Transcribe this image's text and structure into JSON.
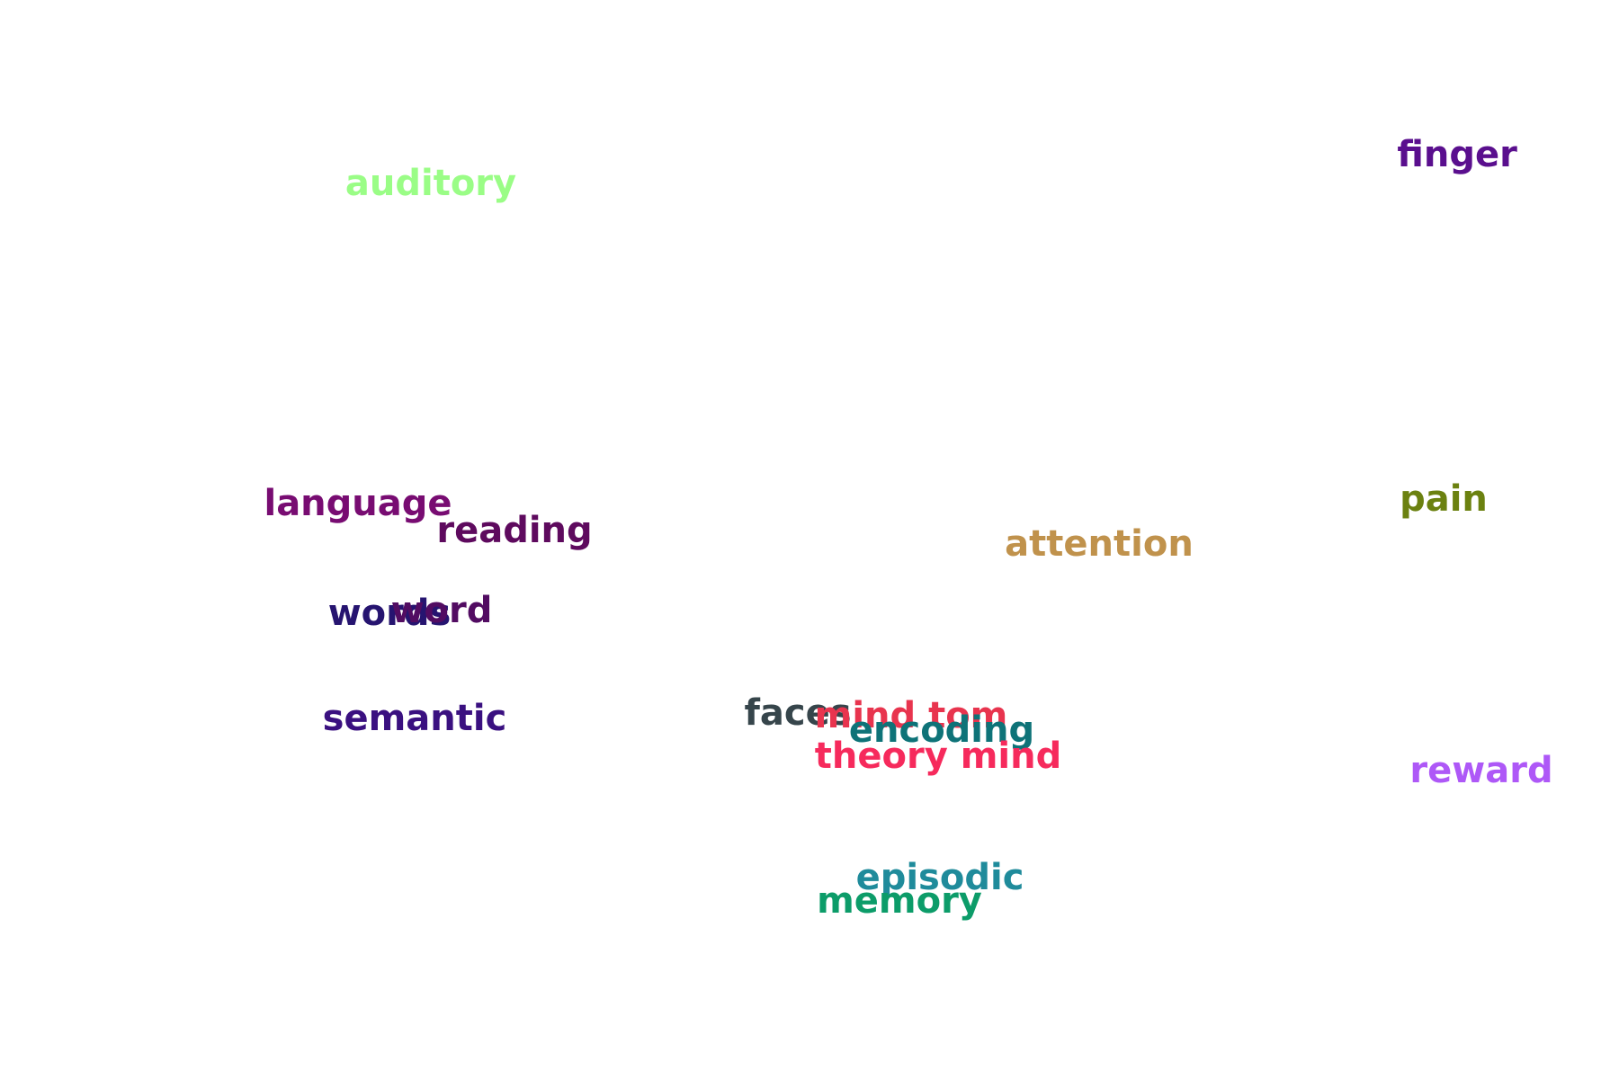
{
  "terms": [
    {
      "id": "auditory",
      "label": "auditory",
      "color": "#9afd86"
    },
    {
      "id": "finger",
      "label": "finger",
      "color": "#5a0f8e"
    },
    {
      "id": "language",
      "label": "language",
      "color": "#780c72"
    },
    {
      "id": "reading",
      "label": "reading",
      "color": "#5e0a5e"
    },
    {
      "id": "pain",
      "label": "pain",
      "color": "#6b8110"
    },
    {
      "id": "attention",
      "label": "attention",
      "color": "#c0924c"
    },
    {
      "id": "words",
      "label": "words",
      "color": "#261470"
    },
    {
      "id": "word",
      "label": "word",
      "color": "#520c62"
    },
    {
      "id": "semantic",
      "label": "semantic",
      "color": "#3a1080"
    },
    {
      "id": "faces",
      "label": "faces",
      "color": "#36454b"
    },
    {
      "id": "mind-tom",
      "label": "mind tom",
      "color": "#e8344e"
    },
    {
      "id": "encoding",
      "label": "encoding",
      "color": "#0e7378"
    },
    {
      "id": "theory-mind",
      "label": "theory mind",
      "color": "#f62a5c"
    },
    {
      "id": "reward",
      "label": "reward",
      "color": "#ae58f7"
    },
    {
      "id": "episodic",
      "label": "episodic",
      "color": "#1f8b9b"
    },
    {
      "id": "memory",
      "label": "memory",
      "color": "#0c9c69"
    }
  ]
}
